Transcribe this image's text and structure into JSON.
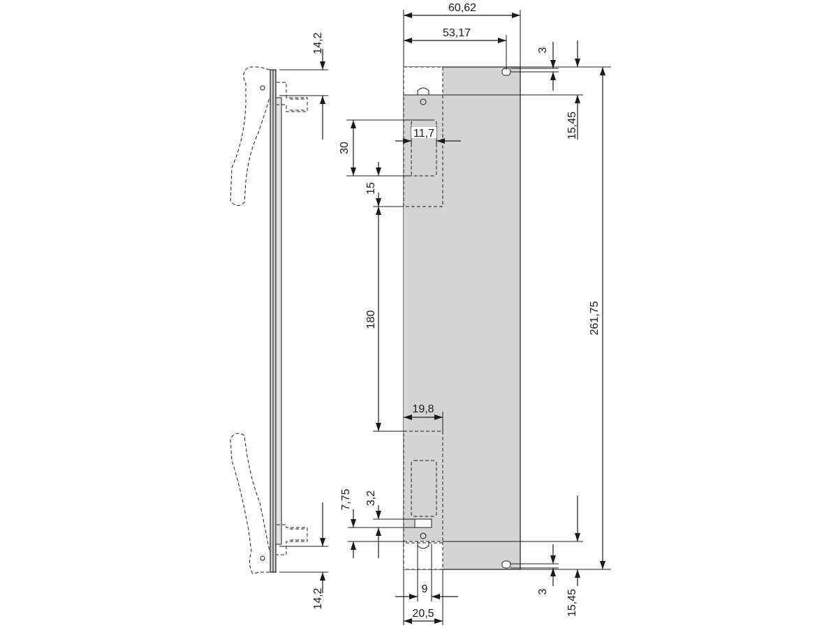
{
  "drawing": {
    "colors": {
      "panel_fill": "#d4d4d4",
      "line": "#1a1a1a",
      "background": "#ffffff"
    },
    "dimensions": {
      "width_total": "60,62",
      "width_hole_offset": "53,17",
      "hole_offset_top_small": "3",
      "top_margin": "15,45",
      "height_total": "261,75",
      "slot_height": "30",
      "slot_width": "11,7",
      "slot_gap": "15",
      "rail_spacing": "180",
      "rail_width": "19,8",
      "slot_offset": "7,75",
      "small_slot": "3,2",
      "bottom_hole_small": "3",
      "bottom_margin": "15,45",
      "bottom_width_small": "9",
      "bottom_width": "20,5",
      "side_top_offset": "14,2",
      "side_bottom_offset": "14,2"
    }
  }
}
